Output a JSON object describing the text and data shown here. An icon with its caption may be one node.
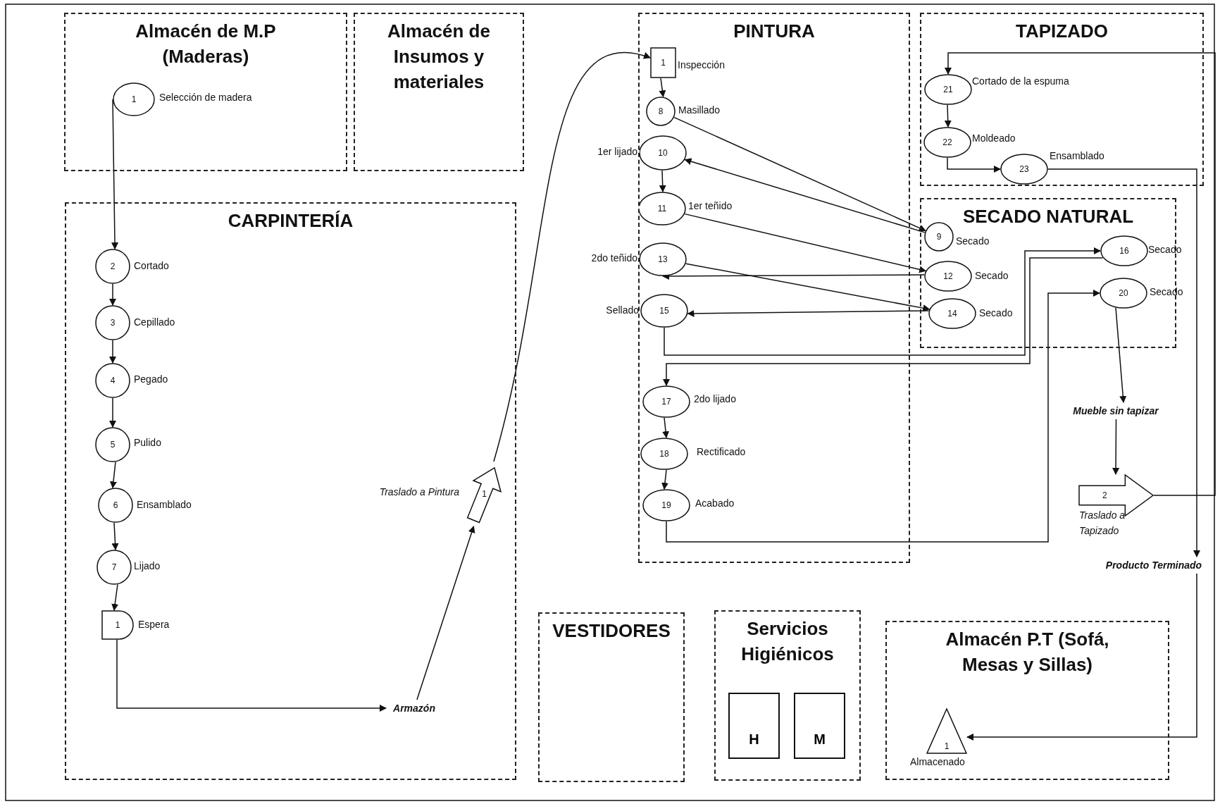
{
  "diagram": {
    "nodes": [
      {
        "text": [
          "Almacén de M.P (Maderas)"
        ]
      },
      {
        "text": [
          "1"
        ],
        "beside": [
          "Selección de madera"
        ],
        "in": 0
      },
      {
        "text": [
          "Almacén de Insumos y materiales"
        ]
      },
      {
        "text": [
          "PINTURA"
        ]
      },
      {
        "text": [
          "1"
        ],
        "beside": [
          "Inspección"
        ],
        "in": 3
      },
      {
        "text": [
          "8"
        ],
        "beside": [
          "Masillado"
        ],
        "in": 3
      },
      {
        "text": [
          "10"
        ],
        "beside": [
          "1er lijado"
        ],
        "in": 3
      },
      {
        "text": [
          "11"
        ],
        "beside": [
          "1er teñido"
        ],
        "in": 3
      },
      {
        "text": [
          "13"
        ],
        "beside": [
          "2do teñido"
        ],
        "in": 3
      },
      {
        "text": [
          "15"
        ],
        "beside": [
          "Sellado"
        ],
        "in": 3
      },
      {
        "text": [
          "17"
        ],
        "beside": [
          "2do lijado"
        ],
        "in": 3
      },
      {
        "text": [
          "18"
        ],
        "beside": [
          "Rectificado"
        ],
        "in": 3
      },
      {
        "text": [
          "19"
        ],
        "beside": [
          "Acabado"
        ],
        "in": 3
      },
      {
        "text": [
          "TAPIZADO"
        ]
      },
      {
        "text": [
          "21"
        ],
        "beside": [
          "Cortado de la espuma"
        ],
        "in": 13
      },
      {
        "text": [
          "22"
        ],
        "beside": [
          "Moldeado"
        ],
        "in": 13
      },
      {
        "text": [
          "23"
        ],
        "beside": [
          "Ensamblado"
        ],
        "in": 13
      },
      {
        "text": [
          "SECADO NATURAL"
        ]
      },
      {
        "text": [
          "9"
        ],
        "beside": [
          "Secado"
        ],
        "in": 17
      },
      {
        "text": [
          "12"
        ],
        "beside": [
          "Secado"
        ],
        "in": 17
      },
      {
        "text": [
          "14"
        ],
        "beside": [
          "Secado"
        ],
        "in": 17
      },
      {
        "text": [
          "16"
        ],
        "beside": [
          "Secado"
        ],
        "in": 17
      },
      {
        "text": [
          "20"
        ],
        "beside": [
          "Secado"
        ],
        "in": 17
      },
      {
        "text": [
          "CARPINTERÍA"
        ]
      },
      {
        "text": [
          "2"
        ],
        "beside": [
          "Cortado"
        ],
        "in": 23
      },
      {
        "text": [
          "3"
        ],
        "beside": [
          "Cepillado"
        ],
        "in": 23
      },
      {
        "text": [
          "4"
        ],
        "beside": [
          "Pegado"
        ],
        "in": 23
      },
      {
        "text": [
          "5"
        ],
        "beside": [
          "Pulido"
        ],
        "in": 23
      },
      {
        "text": [
          "6"
        ],
        "beside": [
          "Ensamblado"
        ],
        "in": 23
      },
      {
        "text": [
          "7"
        ],
        "beside": [
          "Lijado"
        ],
        "in": 23
      },
      {
        "text": [
          "1"
        ],
        "beside": [
          "Espera"
        ],
        "in": 23
      },
      {
        "text": [
          "Armazón"
        ],
        "in": 23
      },
      {
        "text": [
          "1"
        ],
        "beside": [
          "Traslado a Pintura"
        ],
        "in": 23
      },
      {
        "text": [
          "Mueble sin tapizar"
        ]
      },
      {
        "text": [
          "2"
        ],
        "beside": [
          "Traslado a Tapizado"
        ]
      },
      {
        "text": [
          "Producto Terminado"
        ]
      },
      {
        "text": [
          "VESTIDORES"
        ]
      },
      {
        "text": [
          "Servicios Higiénicos"
        ]
      },
      {
        "text": [
          "H"
        ],
        "in": 37
      },
      {
        "text": [
          "M"
        ],
        "in": 37
      },
      {
        "text": [
          "Almacén P.T (Sofá, Mesas y Sillas)"
        ]
      },
      {
        "text": [
          "1"
        ],
        "beside": [
          "Almacenado"
        ],
        "in": 40
      }
    ],
    "edges": [
      {
        "from": 1,
        "to": 24,
        "arrow": "to"
      },
      {
        "from": 24,
        "to": 25,
        "arrow": "to"
      },
      {
        "from": 25,
        "to": 26,
        "arrow": "to"
      },
      {
        "from": 26,
        "to": 27,
        "arrow": "to"
      },
      {
        "from": 27,
        "to": 28,
        "arrow": "to"
      },
      {
        "from": 28,
        "to": 29,
        "arrow": "to"
      },
      {
        "from": 29,
        "to": 30,
        "arrow": "to"
      },
      {
        "from": 30,
        "to": 31,
        "arrow": "to"
      },
      {
        "from": 31,
        "to": 32,
        "arrow": "to"
      },
      {
        "from": 32,
        "to": 4,
        "arrow": "to"
      },
      {
        "from": 4,
        "to": 5,
        "arrow": "to"
      },
      {
        "from": 5,
        "to": 18,
        "arrow": "to"
      },
      {
        "from": 18,
        "to": 6,
        "arrow": "to"
      },
      {
        "from": 6,
        "to": 7,
        "arrow": "to"
      },
      {
        "from": 7,
        "to": 19,
        "arrow": "to"
      },
      {
        "from": 19,
        "to": 8,
        "arrow": "to"
      },
      {
        "from": 8,
        "to": 20,
        "arrow": "to"
      },
      {
        "from": 20,
        "to": 9,
        "arrow": "to"
      },
      {
        "from": 9,
        "to": 21,
        "arrow": "to"
      },
      {
        "from": 21,
        "to": 10,
        "arrow": "to"
      },
      {
        "from": 10,
        "to": 11,
        "arrow": "to"
      },
      {
        "from": 11,
        "to": 12,
        "arrow": "to"
      },
      {
        "from": 12,
        "to": 22,
        "arrow": "to"
      },
      {
        "from": 22,
        "to": 33,
        "arrow": "to"
      },
      {
        "from": 33,
        "to": 34,
        "arrow": "to"
      },
      {
        "from": 34,
        "to": 14,
        "arrow": "to"
      },
      {
        "from": 14,
        "to": 15,
        "arrow": "to"
      },
      {
        "from": 15,
        "to": 16,
        "arrow": "to"
      },
      {
        "from": 16,
        "to": 35,
        "arrow": "to"
      },
      {
        "from": 35,
        "to": 41,
        "arrow": "to"
      }
    ]
  }
}
